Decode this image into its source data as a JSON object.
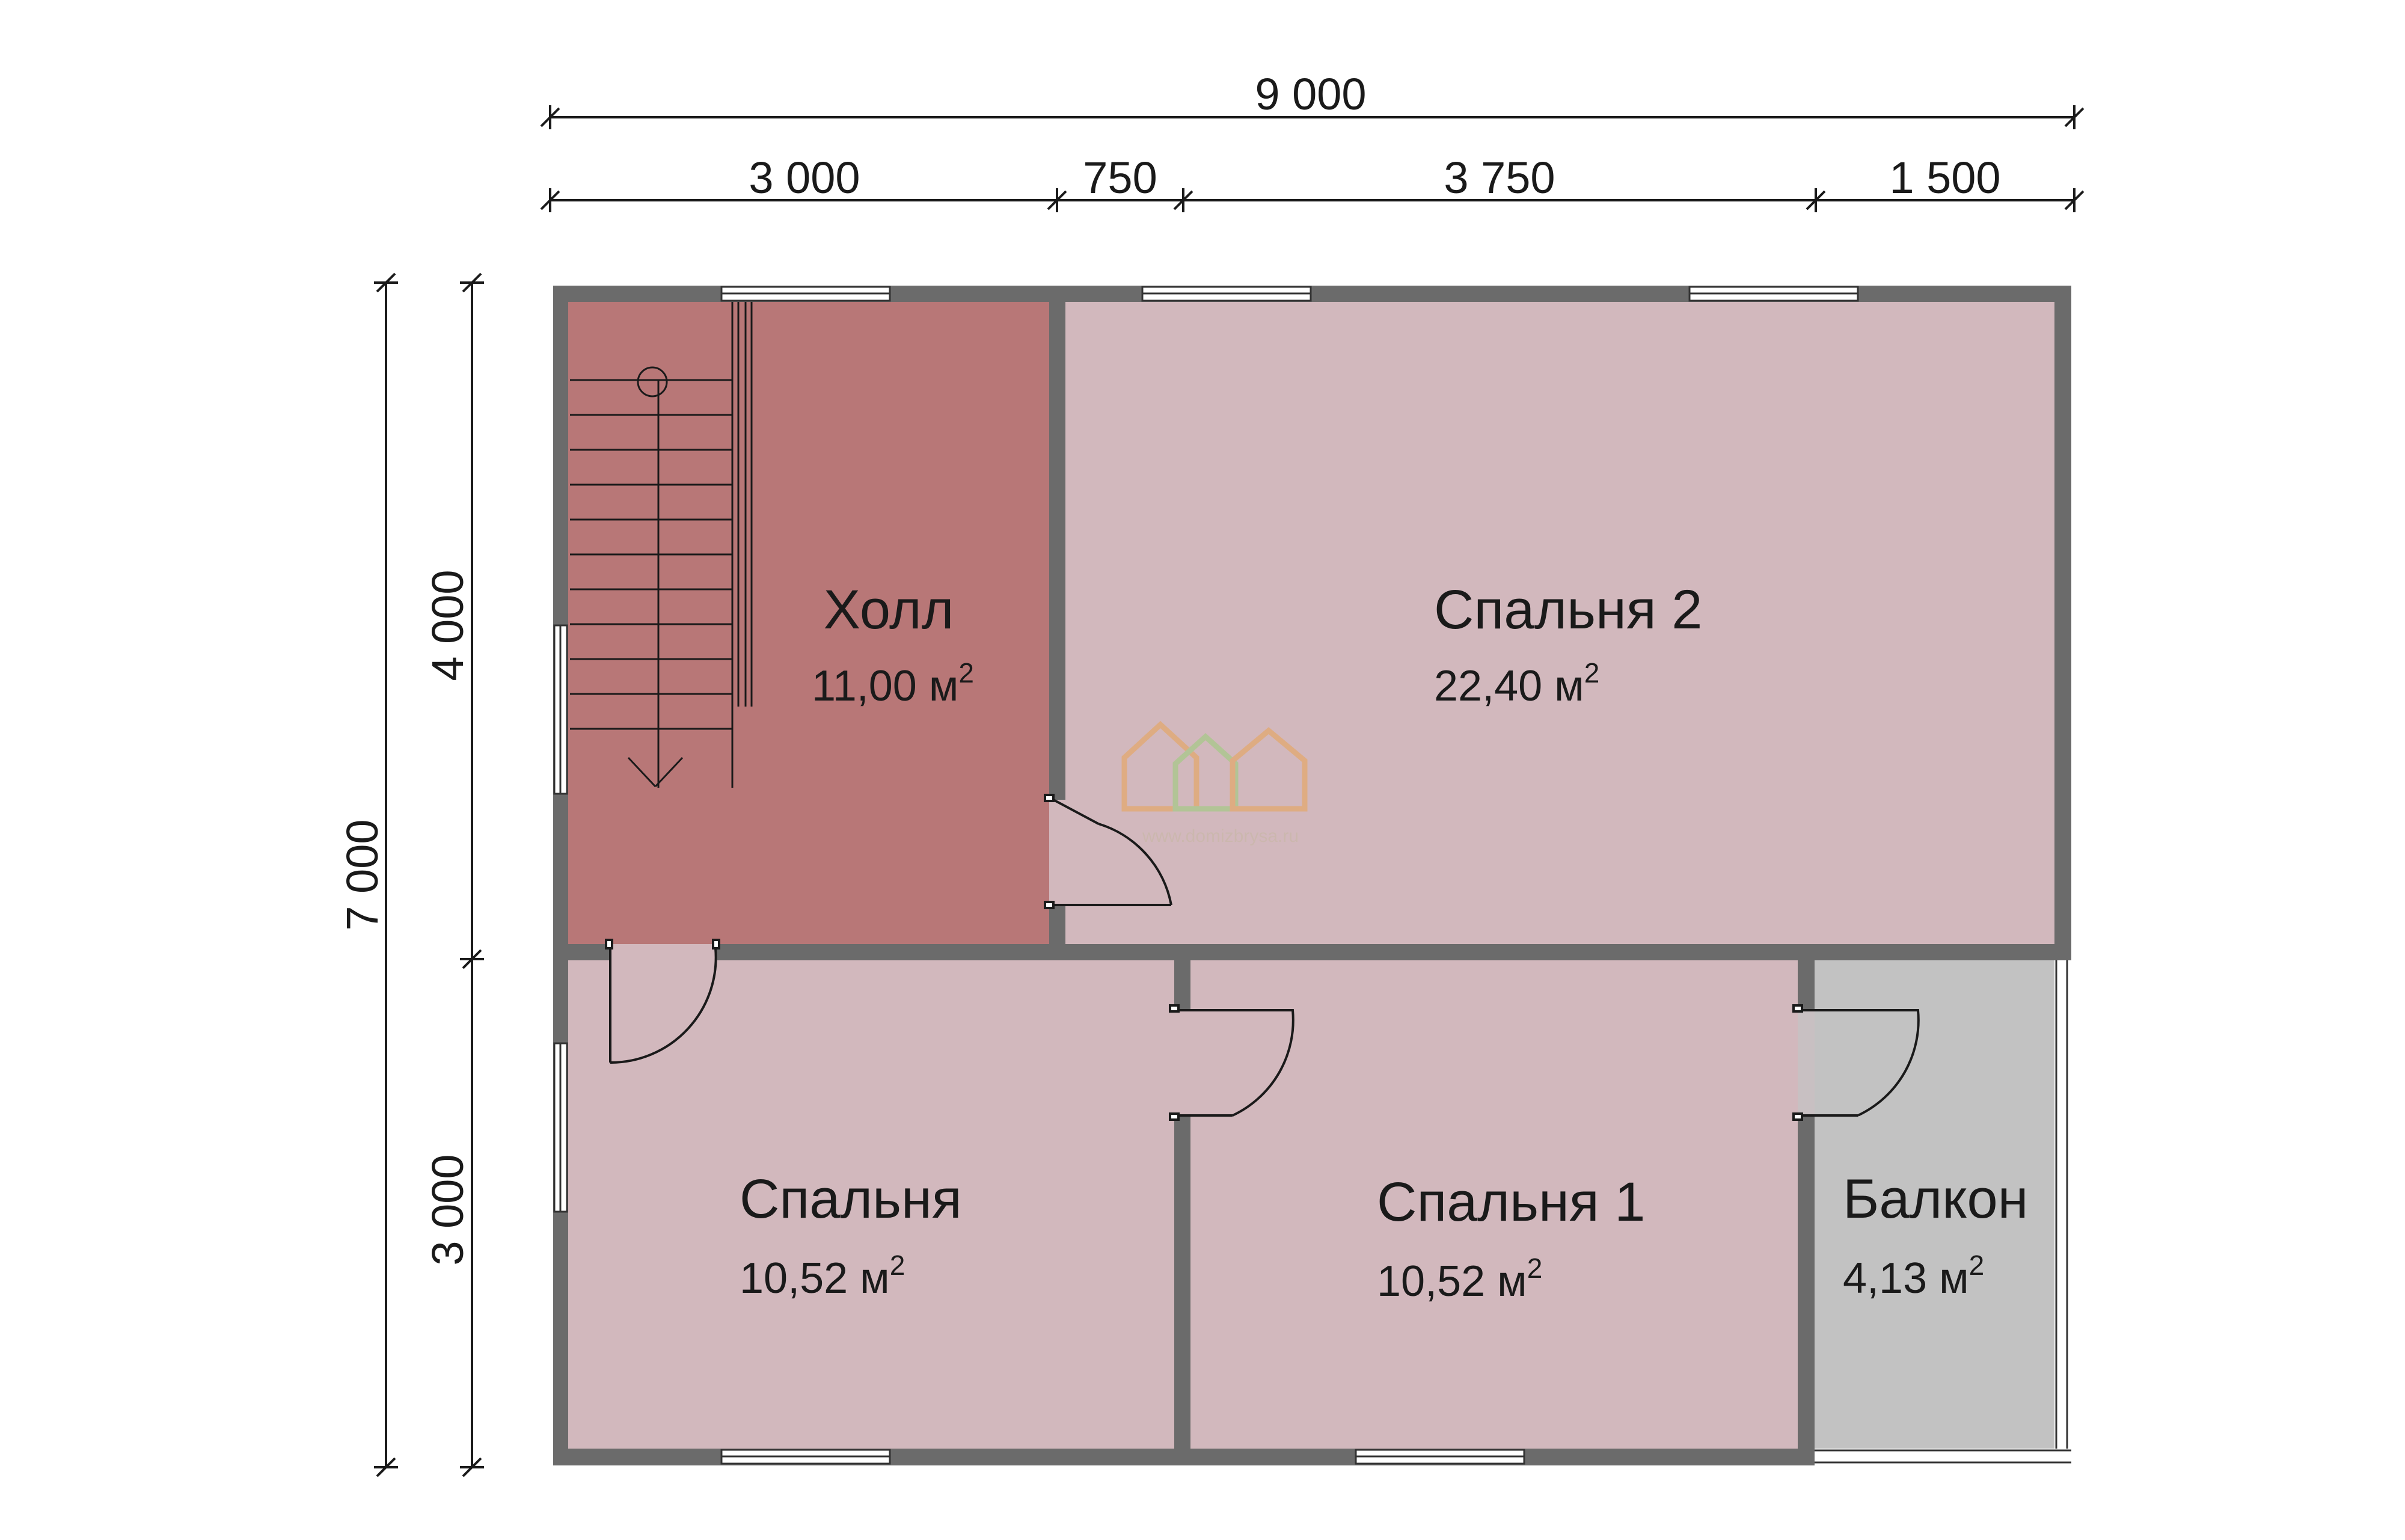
{
  "dimensions": {
    "top_total": "9 000",
    "top_segments": [
      "3 000",
      "750",
      "3 750",
      "1 500"
    ],
    "left_total": "7 000",
    "left_segments": [
      "4 000",
      "3 000"
    ]
  },
  "rooms": [
    {
      "name": "Холл",
      "area": "11,00 м",
      "sup": "2"
    },
    {
      "name": "Спальня 2",
      "area": "22,40 м",
      "sup": "2"
    },
    {
      "name": "Спальня",
      "area": "10,52 м",
      "sup": "2"
    },
    {
      "name": "Спальня 1",
      "area": "10,52 м",
      "sup": "2"
    },
    {
      "name": "Балкон",
      "area": "4,13 м",
      "sup": "2"
    }
  ],
  "colors": {
    "wall": "#6b6b6b",
    "hall": "#b87777",
    "bedroom": "#d2b8bd",
    "balcony": "#c2c2c2",
    "dimension_line": "#1a1a1a"
  },
  "watermark": {
    "icon": "house-logo-icon",
    "text": "www.domizbrysa.ru"
  }
}
